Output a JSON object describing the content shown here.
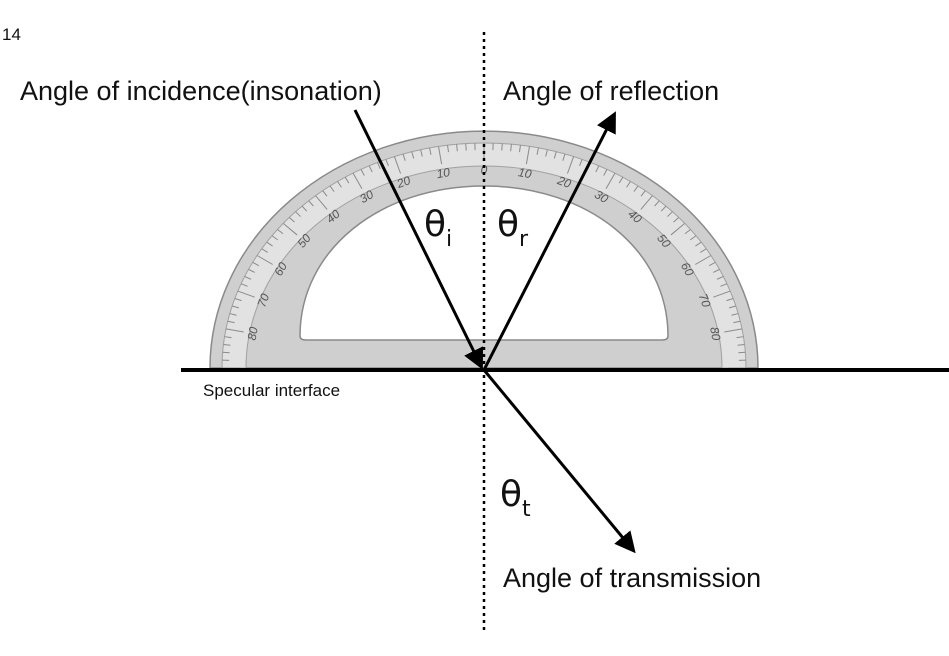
{
  "figure_number": "14",
  "labels": {
    "incidence": "Angle of incidence(insonation)",
    "reflection": "Angle of reflection",
    "transmission": "Angle of transmission",
    "interface": "Specular interface"
  },
  "symbols": {
    "theta": "θ",
    "incidence_sub": "i",
    "reflection_sub": "r",
    "transmission_sub": "t"
  },
  "protractor": {
    "tick_labels": [
      "0",
      "10",
      "20",
      "30",
      "40",
      "50",
      "60",
      "70",
      "80"
    ]
  },
  "colors": {
    "protractor_fill": "#cfcfcf",
    "protractor_light": "#e2e2e2",
    "line": "#000000"
  }
}
